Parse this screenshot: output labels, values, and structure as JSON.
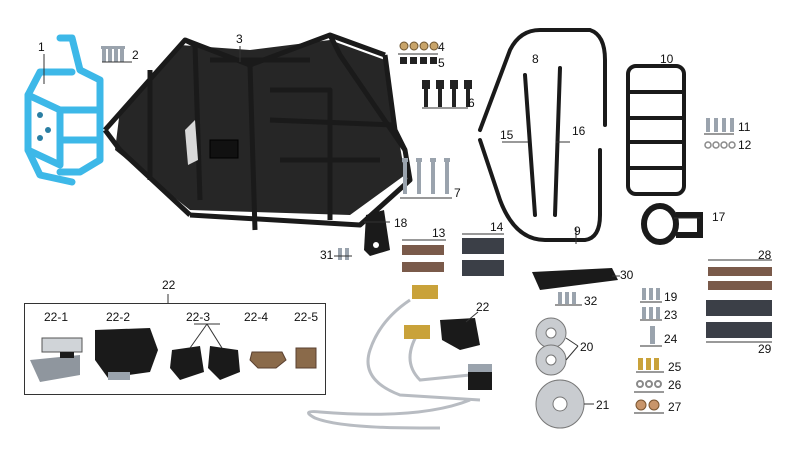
{
  "callouts": {
    "c1": "1",
    "c2": "2",
    "c3": "3",
    "c4": "4",
    "c5": "5",
    "c6": "6",
    "c7": "7",
    "c8": "8",
    "c9": "9",
    "c10": "10",
    "c11": "11",
    "c12": "12",
    "c13": "13",
    "c14": "14",
    "c15": "15",
    "c16": "16",
    "c17": "17",
    "c18": "18",
    "c19": "19",
    "c20": "20",
    "c21": "21",
    "c22": "22",
    "c22b": "22",
    "c23": "23",
    "c24": "24",
    "c25": "25",
    "c26": "26",
    "c27": "27",
    "c28": "28",
    "c29": "29",
    "c30": "30",
    "c31": "31",
    "c32": "32",
    "c22_1": "22-1",
    "c22_2": "22-2",
    "c22_3": "22-3",
    "c22_4": "22-4",
    "c22_5": "22-5"
  },
  "colors": {
    "bumper": "#3db8e8",
    "frame": "#1a1a1a",
    "plate": "#262626",
    "bolt": "#9aa3ad",
    "nut": "#222222",
    "washer": "#8a8a8a",
    "pad_brown": "#7a5a4a",
    "pad_dark": "#3b3f47",
    "disc": "#c9ccd0",
    "gold": "#c9a23a",
    "hose": "#b8bcc2"
  }
}
